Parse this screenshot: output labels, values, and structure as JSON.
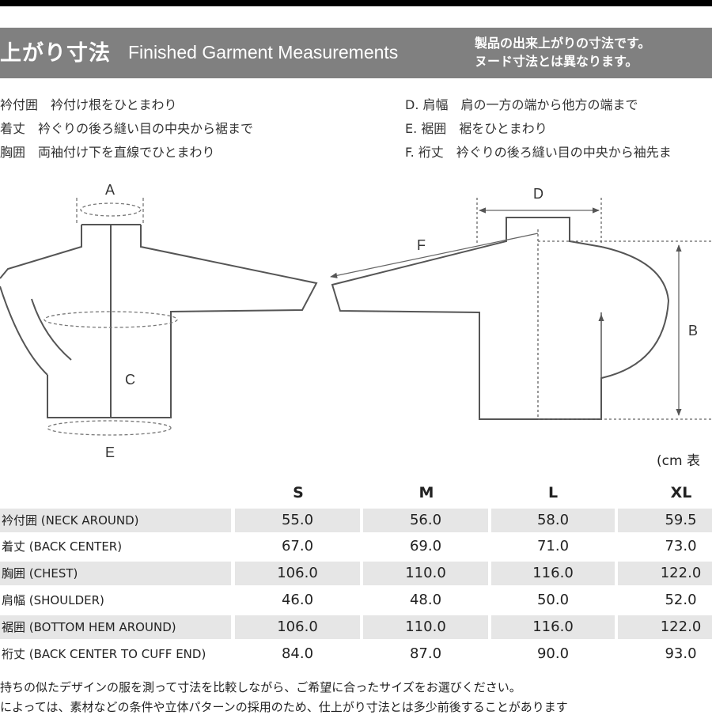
{
  "header": {
    "title_jp": "上がり寸法",
    "title_en": "Finished Garment Measurements",
    "note_line1": "製品の出来上がりの寸法です。",
    "note_line2": "ヌード寸法とは異なります。"
  },
  "definitions_left": [
    "衿付囲　衿付け根をひとまわり",
    "着丈　衿ぐりの後ろ縫い目の中央から裾まで",
    "胸囲　両袖付け下を直線でひとまわり"
  ],
  "definitions_right": [
    "D. 肩幅　肩の一方の端から他方の端まで",
    "E. 裾囲　裾をひとまわり",
    "F. 裄丈　衿ぐりの後ろ縫い目の中央から袖先ま"
  ],
  "diagram_labels": {
    "a": "A",
    "b": "B",
    "c": "C",
    "d": "D",
    "e": "E",
    "f": "F"
  },
  "unit": "(cm 表",
  "table": {
    "sizes": [
      "S",
      "M",
      "L",
      "XL"
    ],
    "rows": [
      {
        "label": "衿付囲 (NECK AROUND)",
        "values": [
          "55.0",
          "56.0",
          "58.0",
          "59.5"
        ]
      },
      {
        "label": "着丈 (BACK CENTER)",
        "values": [
          "67.0",
          "69.0",
          "71.0",
          "73.0"
        ]
      },
      {
        "label": "胸囲 (CHEST)",
        "values": [
          "106.0",
          "110.0",
          "116.0",
          "122.0"
        ]
      },
      {
        "label": "肩幅 (SHOULDER)",
        "values": [
          "46.0",
          "48.0",
          "50.0",
          "52.0"
        ]
      },
      {
        "label": "裾囲 (BOTTOM HEM AROUND)",
        "values": [
          "106.0",
          "110.0",
          "116.0",
          "122.0"
        ]
      },
      {
        "label": "裄丈 (BACK CENTER TO CUFF END)",
        "values": [
          "84.0",
          "87.0",
          "90.0",
          "93.0"
        ]
      }
    ]
  },
  "footer": {
    "line1": "持ちの似たデザインの服を測って寸法を比較しながら、ご希望に合ったサイズをお選びください。",
    "line2": "によっては、素材などの条件や立体パターンの採用のため、仕上がり寸法とは多少前後することがあります"
  }
}
